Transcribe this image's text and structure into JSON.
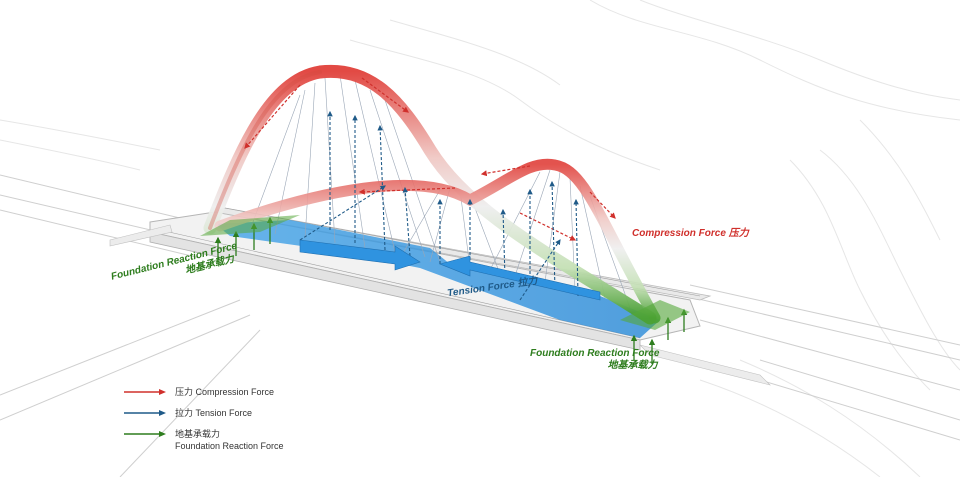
{
  "labels": {
    "compression": "Compression Force 压力",
    "tension": "Tension Force 拉力",
    "foundation_left_en": "Foundation Reaction Force",
    "foundation_left_cn": "地基承载力",
    "foundation_right_en": "Foundation Reaction Force",
    "foundation_right_cn": "地基承载力"
  },
  "legend": {
    "compression": "压力 Compression Force",
    "tension": "拉力 Tension Force",
    "foundation_cn": "地基承载力",
    "foundation_en": "Foundation Reaction Force"
  },
  "colors": {
    "compression": "#d0302c",
    "tension": "#1f5a88",
    "foundation": "#2e7d1e",
    "deck_highlight": "#4aa8ea"
  }
}
